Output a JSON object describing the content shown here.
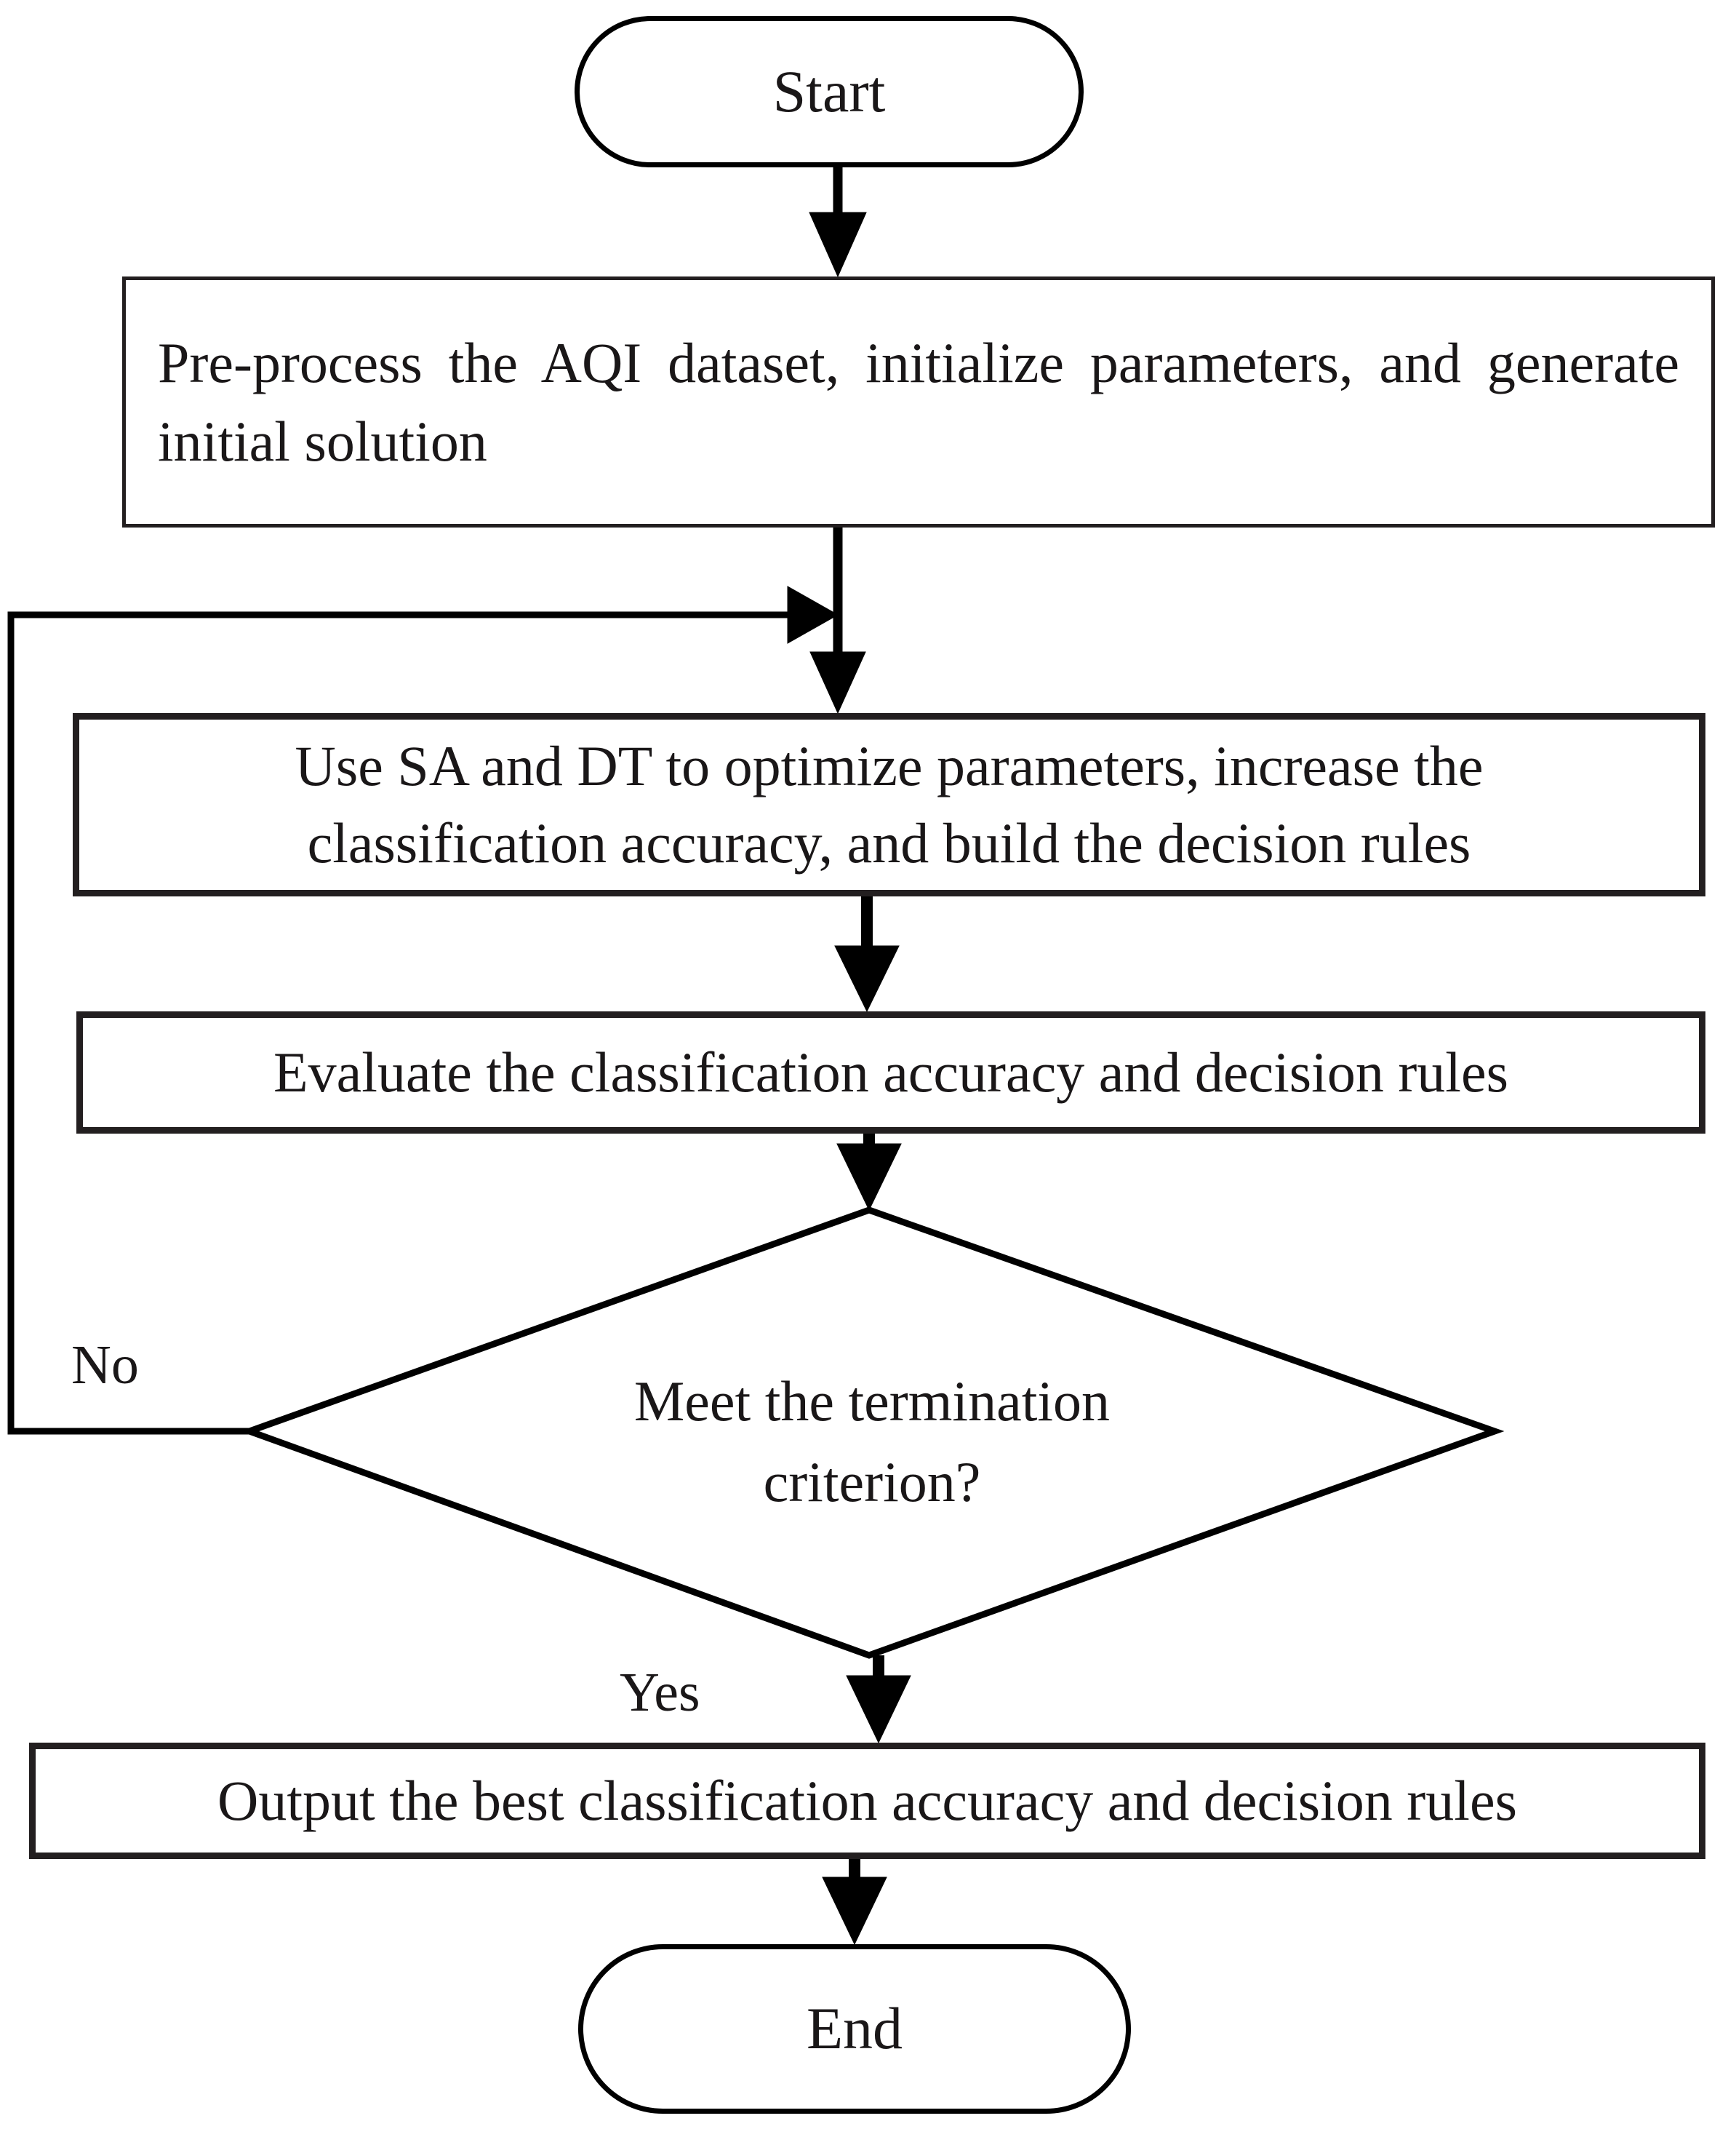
{
  "diagram": {
    "title": "SA-DT AQI classification flowchart",
    "stroke_color": "#231f20",
    "text_color": "#1a1718",
    "background": "#ffffff"
  },
  "nodes": {
    "start": {
      "label": "Start",
      "shape": "terminator"
    },
    "preprocess": {
      "label": "Pre-process the AQI dataset, initialize parameters, and generate initial solution",
      "shape": "process"
    },
    "optimize": {
      "label": "Use SA and DT to optimize parameters, increase the classification accuracy, and build the decision rules",
      "shape": "process"
    },
    "evaluate": {
      "label": "Evaluate the classification accuracy and decision rules",
      "shape": "process"
    },
    "decision": {
      "label_line1": "Meet the termination",
      "label_line2": "criterion?",
      "shape": "decision"
    },
    "output": {
      "label": "Output the best classification accuracy and decision rules",
      "shape": "process"
    },
    "end": {
      "label": "End",
      "shape": "terminator"
    }
  },
  "edges": {
    "no_label": "No",
    "yes_label": "Yes"
  }
}
